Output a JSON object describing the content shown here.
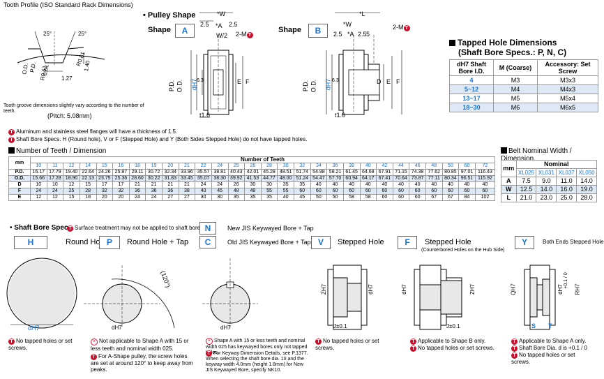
{
  "tooth_profile": {
    "title": "Tooth Profile (ISO Standard Rack Dimensions)",
    "angle_left": "25°",
    "angle_right": "25°",
    "dim_r061a": "R0.61",
    "dim_061": "0.61",
    "dim_r061b": "R0.61",
    "dim_140": "1.40",
    "dim_127": "1.27",
    "label_od": "O.D.",
    "label_pd": "P.D.",
    "note": "Tooth groove dimensions slightly vary according to the number of teeth.",
    "pitch": "(Pitch: 5.08mm)"
  },
  "pulley_shape": {
    "title": "Pulley Shape",
    "shape_a_label": "Shape",
    "shape_a": "A",
    "shape_b_label": "Shape",
    "shape_b": "B",
    "dim_w": "*W",
    "dim_l": "*L",
    "dim_25": "2.5",
    "dim_a": "*A",
    "dim_w2": "W/2",
    "dim_2m": "2-M",
    "dim_pd": "P.D.",
    "dim_od": "O.D.",
    "dim_dh7": "dH7",
    "dim_e": "E",
    "dim_f": "F",
    "dim_d": "D",
    "dim_63": "6.3",
    "dim_t16": "t1.6"
  },
  "notes_top": [
    "Aluminum and stainless steel flanges will have a thickness of 1.5.",
    "Shaft Bore Specs. H (Round hole), V or F (Stepped Hole) and Y (Both Sides Stepped Hole) do not have tapped holes."
  ],
  "tapped_hole": {
    "title": "Tapped Hole Dimensions",
    "subtitle": "(Shaft Bore Specs.: P, N, C)",
    "headers": [
      "dH7 Shaft Bore I.D.",
      "M (Coarse)",
      "Accessory: Set Screw"
    ],
    "rows": [
      [
        "4",
        "M3",
        "M3x3"
      ],
      [
        "5~12",
        "M4",
        "M4x3"
      ],
      [
        "13~17",
        "M5",
        "M5x4"
      ],
      [
        "18~30",
        "M6",
        "M6x5"
      ]
    ]
  },
  "teeth_table": {
    "title": "Number of Teeth / Dimension",
    "mm": "mm",
    "group_header": "Number of Teeth",
    "teeth": [
      "10",
      "11",
      "12",
      "14",
      "15",
      "16",
      "18",
      "19",
      "20",
      "21",
      "22",
      "24",
      "25",
      "26",
      "28",
      "30",
      "32",
      "34",
      "36",
      "38",
      "40",
      "42",
      "44",
      "46",
      "48",
      "50",
      "60",
      "72"
    ],
    "rows": [
      {
        "label": "P.D.",
        "values": [
          "16.17",
          "17.79",
          "19.40",
          "22.64",
          "24.26",
          "25.87",
          "29.11",
          "30.72",
          "32.34",
          "33.96",
          "35.57",
          "38.81",
          "40.43",
          "42.01",
          "45.28",
          "48.51",
          "51.74",
          "54.98",
          "58.21",
          "61.45",
          "64.68",
          "67.91",
          "71.15",
          "74.38",
          "77.62",
          "80.85",
          "97.01",
          "116.43"
        ]
      },
      {
        "label": "O.D.",
        "values": [
          "15.66",
          "17.28",
          "18.90",
          "22.13",
          "23.75",
          "25.36",
          "28.60",
          "30.22",
          "31.83",
          "33.45",
          "35.07",
          "38.30",
          "39.92",
          "41.53",
          "44.77",
          "48.00",
          "51.24",
          "54.47",
          "57.70",
          "60.94",
          "64.17",
          "67.41",
          "70.64",
          "73.87",
          "77.11",
          "80.34",
          "96.51",
          "115.92"
        ]
      },
      {
        "label": "D",
        "values": [
          "10",
          "10",
          "12",
          "15",
          "17",
          "17",
          "21",
          "21",
          "21",
          "21",
          "24",
          "24",
          "26",
          "30",
          "30",
          "35",
          "35",
          "40",
          "40",
          "40",
          "40",
          "40",
          "40",
          "40",
          "40",
          "40",
          "40",
          "40"
        ]
      },
      {
        "label": "F",
        "values": [
          "24",
          "24",
          "25",
          "28",
          "32",
          "32",
          "36",
          "36",
          "36",
          "38",
          "40",
          "45",
          "48",
          "48",
          "55",
          "55",
          "60",
          "60",
          "60",
          "60",
          "60",
          "60",
          "60",
          "60",
          "60",
          "60",
          "60",
          "60"
        ]
      },
      {
        "label": "E",
        "values": [
          "12",
          "12",
          "15",
          "18",
          "20",
          "20",
          "24",
          "24",
          "27",
          "27",
          "30",
          "30",
          "35",
          "35",
          "35",
          "40",
          "45",
          "50",
          "50",
          "58",
          "58",
          "60",
          "60",
          "60",
          "67",
          "67",
          "84",
          "102"
        ]
      }
    ]
  },
  "belt_width": {
    "title": "Belt Nominal Width / Dimension",
    "mm": "mm",
    "group_header": "Nominal",
    "cols": [
      "XL025",
      "XL031",
      "XL037",
      "XL050"
    ],
    "rows": [
      {
        "label": "A",
        "values": [
          "7.5",
          "9.0",
          "11.0",
          "14.0"
        ]
      },
      {
        "label": "W",
        "values": [
          "12.5",
          "14.0",
          "16.0",
          "19.0"
        ]
      },
      {
        "label": "L",
        "values": [
          "21.0",
          "23.0",
          "25.0",
          "28.0"
        ]
      }
    ]
  },
  "shaft_bore": {
    "title": "Shaft Bore Specs.",
    "surface_note": "Surface treatment may not be applied to shaft bores.",
    "n_code": "N",
    "n_label": "New JIS Keywayed Bore + Tap",
    "c_code": "C",
    "c_label": "Old JIS Keywayed Bore + Tap",
    "h_code": "H",
    "h_label": "Round Hole",
    "p_code": "P",
    "p_label": "Round Hole + Tap",
    "v_code": "V",
    "v_label": "Stepped Hole",
    "f_code": "F",
    "f_label": "Stepped Hole",
    "f_sub": "(Counterbored Holes on the Hub Side)",
    "y_code": "Y",
    "y_label": "Both Ends Stepped Hole",
    "angle_120": "(120°)",
    "dh7": "dH7",
    "zh7": "ZH7",
    "qh7": "QH7",
    "rh7": "RH7",
    "j01": "J±0.1",
    "tol": "+0.1 / 0",
    "s": "S",
    "t": "T"
  },
  "bore_notes": {
    "h": "No tapped holes or set screws.",
    "p1": "Not applicable to Shape A with 15 or less teeth and nominal width 025.",
    "p2": "For A-Shape pulley, the screw holes are set at around 120° to keep away from peaks.",
    "c1": "Shape A with 15 or less teeth and nominal width 025 has keywayed bores only not tapped holes.",
    "c2": "For Keyway Dimension Details, see P.1377. When selecting the shaft bore dia. 10 and the keyway width 4.0mm (height 1.8mm) for New JIS Keywayed Bore, specify NK10.",
    "v": "No tapped holes or set screws.",
    "f1": "Applicable to Shape B only.",
    "f2": "No tapped holes or set screws.",
    "y1": "Applicable to Shape A only.",
    "y2": "Shaft Bore Dia. d is +0.1 / 0",
    "y3": "No tapped holes or set screws."
  }
}
